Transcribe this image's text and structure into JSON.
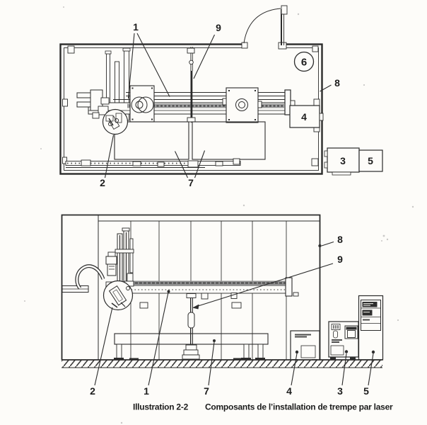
{
  "figure": {
    "type": "scanned technical illustration, laser hardening installation",
    "views": {
      "top": "plan view of machine enclosure",
      "front": "front elevation of machine with external cabinets"
    }
  },
  "caption": {
    "label": "Illustration 2-2",
    "text": "Composants de l’installation de trempe par laser"
  },
  "top_view": {
    "c1": "1",
    "c2": "2",
    "c3": "3",
    "c4": "4",
    "c5": "5",
    "c6": "6",
    "c7": "7",
    "c8": "8",
    "c9": "9"
  },
  "front_view": {
    "c1": "1",
    "c2": "2",
    "c3": "3",
    "c4": "4",
    "c5": "5",
    "c7": "7",
    "c8": "8",
    "c9": "9"
  },
  "colors": {
    "paper": "#fdfcf9",
    "ink": "#2b2b2b",
    "beam_shade": "#8f8f8f"
  }
}
